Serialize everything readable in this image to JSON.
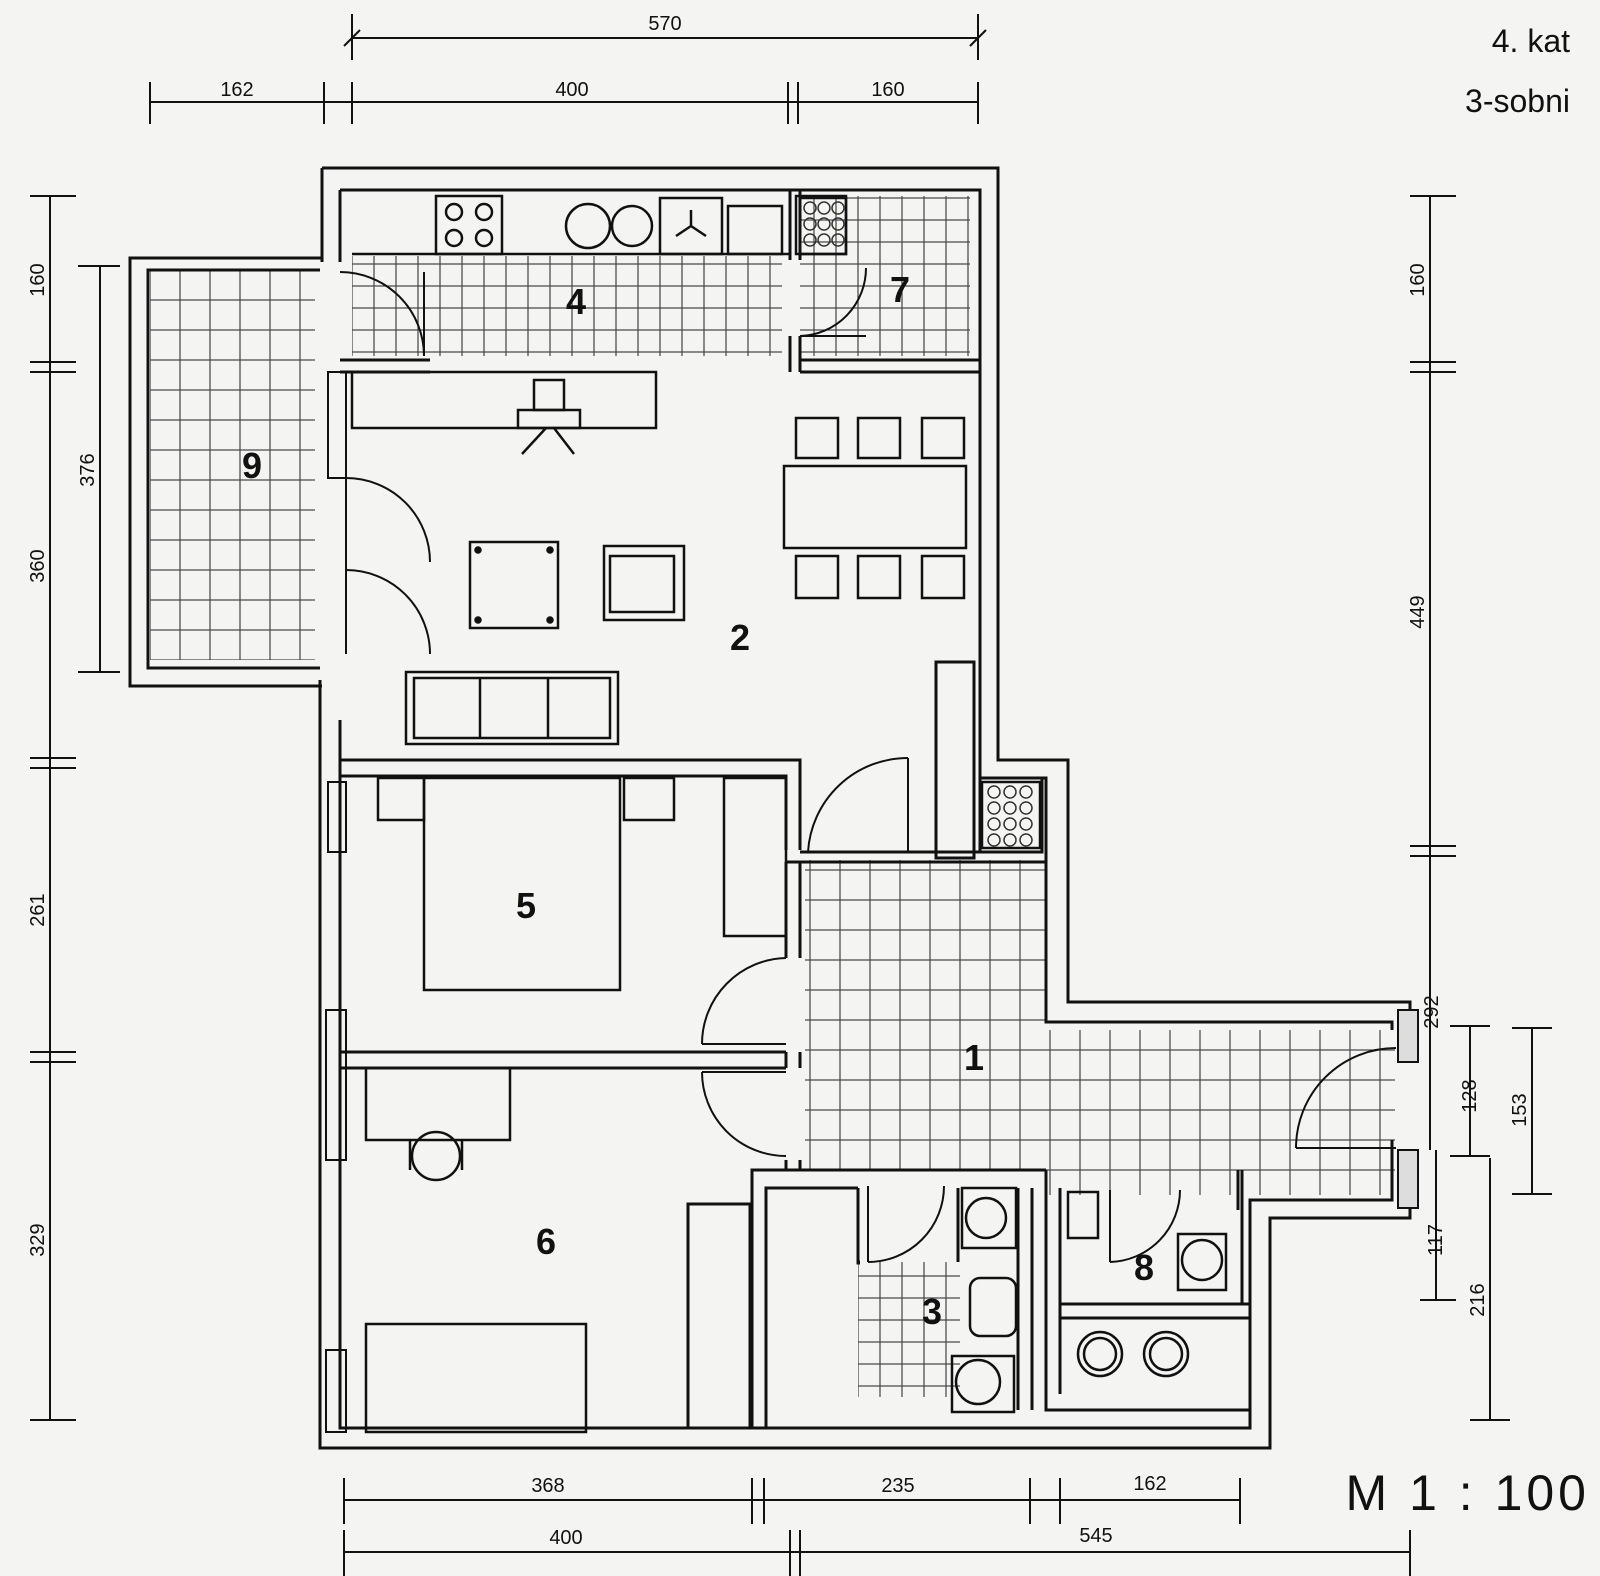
{
  "header": {
    "floor": "4. kat",
    "type": "3-sobni"
  },
  "scale_label": "M 1 : 100",
  "rooms": [
    {
      "number": "1"
    },
    {
      "number": "2"
    },
    {
      "number": "3"
    },
    {
      "number": "4"
    },
    {
      "number": "5"
    },
    {
      "number": "6"
    },
    {
      "number": "7"
    },
    {
      "number": "8"
    },
    {
      "number": "9"
    }
  ],
  "dimensions": {
    "top_total": "570",
    "top_left": "162",
    "top_mid": "400",
    "top_right": "160",
    "left_kitchen": "160",
    "left_balcony_inner": "376",
    "left_living": "360",
    "left_bedroom5": "261",
    "left_bedroom6": "329",
    "right_kitchen": "160",
    "right_living": "449",
    "right_292": "292",
    "right_128": "128",
    "right_153": "153",
    "right_117": "117",
    "right_216": "216",
    "bottom_368": "368",
    "bottom_235": "235",
    "bottom_162": "162",
    "bottom_400": "400",
    "bottom_545": "545"
  }
}
